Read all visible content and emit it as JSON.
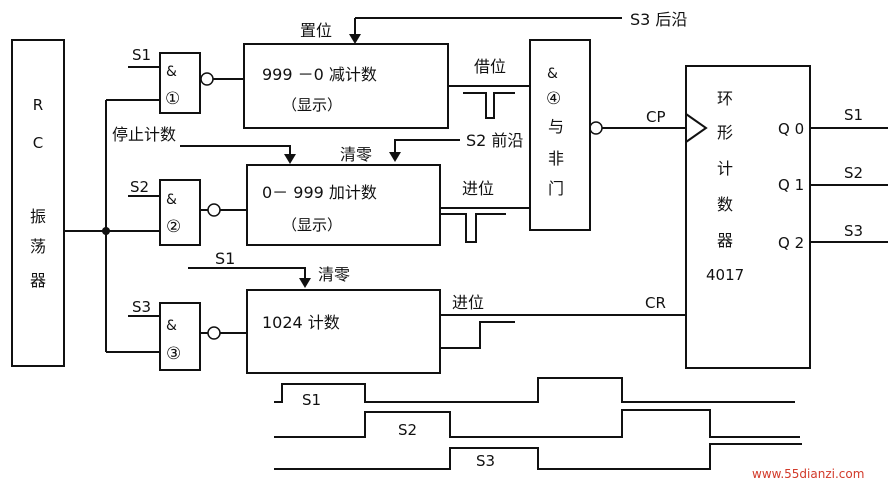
{
  "oscillator": {
    "lines": [
      "R",
      "C",
      "振",
      "荡",
      "器"
    ]
  },
  "gates": {
    "g1": {
      "symbol": "&",
      "num": "①"
    },
    "g2": {
      "symbol": "&",
      "num": "②"
    },
    "g3": {
      "symbol": "&",
      "num": "③"
    },
    "g4": {
      "symbol": "&",
      "num": "④",
      "extra": [
        "与",
        "非",
        "门"
      ]
    }
  },
  "blocks": {
    "down_counter": {
      "line1": "999 －0 减计数",
      "line2": "（显示）"
    },
    "up_counter": {
      "line1": "0－ 999  加计数",
      "line2": "（显示）"
    },
    "counter_1024": {
      "line1": "1024  计数"
    },
    "ring_counter": {
      "lines": [
        "环",
        "形",
        "计",
        "数",
        "器"
      ],
      "model": "4017"
    }
  },
  "labels": {
    "s1_in": "S1",
    "s2_in": "S2",
    "s3_in": "S3",
    "stop_count": "停止计数",
    "preset": "置位",
    "s3_trailing": "S3 后沿",
    "borrow": "借位",
    "clear1": "清零",
    "s2_leading": "S2 前沿",
    "carry1": "进位",
    "s1_clear": "S1",
    "clear2": "清零",
    "carry2": "进位",
    "cp": "CP",
    "cr": "CR",
    "q0": "Q 0",
    "q1": "Q 1",
    "q2": "Q 2",
    "out_s1": "S1",
    "out_s2": "S2",
    "out_s3": "S3"
  },
  "timing": {
    "s1": "S1",
    "s2": "S2",
    "s3": "S3"
  },
  "watermark": "www.55dianzi.com"
}
